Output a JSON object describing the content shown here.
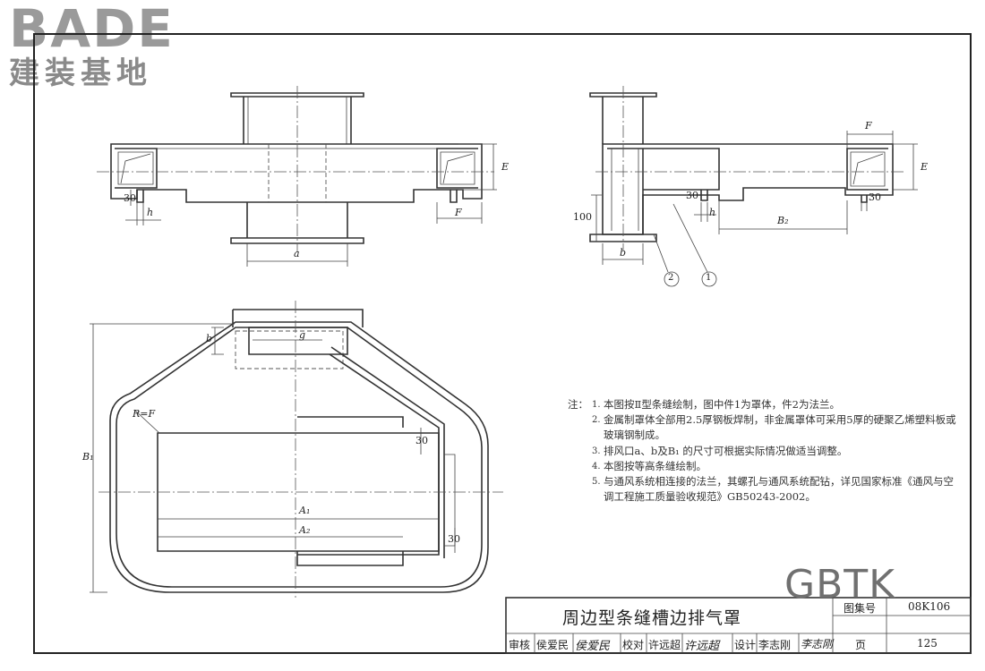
{
  "watermark": {
    "brand": "BADE",
    "brand_sub": "建装基地",
    "corner_mark": "GBTK"
  },
  "labels": {
    "E": "E",
    "F": "F",
    "h": "h",
    "a": "a",
    "b": "b",
    "g": "g",
    "B1": "B₁",
    "B2": "B₂",
    "A1": "A₁",
    "A2": "A₂",
    "RF": "R=F",
    "n30": "30",
    "n100": "100",
    "part1": "1",
    "part2": "2"
  },
  "notes": {
    "heading": "注：",
    "items": [
      {
        "num": "1.",
        "text": "本图按Ⅱ型条缝绘制，图中件1为罩体，件2为法兰。"
      },
      {
        "num": "2.",
        "text": "金属制罩体全部用2.5厚钢板焊制，非金属罩体可采用5厚的硬聚乙烯塑料板或玻璃钢制成。"
      },
      {
        "num": "3.",
        "text": "排风口a、b及B₁ 的尺寸可根据实际情况做适当调整。"
      },
      {
        "num": "4.",
        "text": "本图按等高条缝绘制。"
      },
      {
        "num": "5.",
        "text": "与通风系统相连接的法兰，其螺孔与通风系统配钻，详见国家标准《通风与空调工程施工质量验收规范》GB50243-2002。"
      }
    ]
  },
  "title_block": {
    "title": "周边型条缝槽边排气罩",
    "atlas_label": "图集号",
    "atlas_no": "08K106",
    "page_label": "页",
    "page_no": "125",
    "review_label": "审核",
    "reviewer": "侯爱民",
    "reviewer_sig": "侯爱民",
    "check_label": "校对",
    "checker": "许远超",
    "checker_sig": "许远超",
    "design_label": "设计",
    "designer": "李志刚",
    "designer_sig": "李志刚"
  }
}
